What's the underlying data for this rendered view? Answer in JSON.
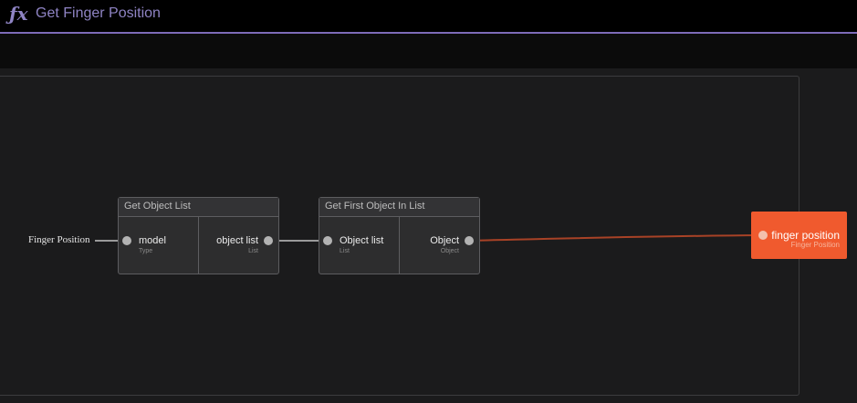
{
  "header": {
    "icon": "fx-icon",
    "title": "Get Finger Position"
  },
  "graph": {
    "input_label": "Finger Position",
    "nodes": [
      {
        "title": "Get Object List",
        "input": {
          "name": "model",
          "type": "Type"
        },
        "output": {
          "name": "object list",
          "type": "List"
        }
      },
      {
        "title": "Get First Object In List",
        "input": {
          "name": "Object list",
          "type": "List"
        },
        "output": {
          "name": "Object",
          "type": "Object"
        }
      }
    ],
    "output_node": {
      "name": "finger position",
      "type": "Finger Position"
    }
  },
  "colors": {
    "accent": "#7d6bb8",
    "output_node": "#f05a2e",
    "output_wire": "#a84226",
    "data_wire": "#9a9a9a"
  }
}
